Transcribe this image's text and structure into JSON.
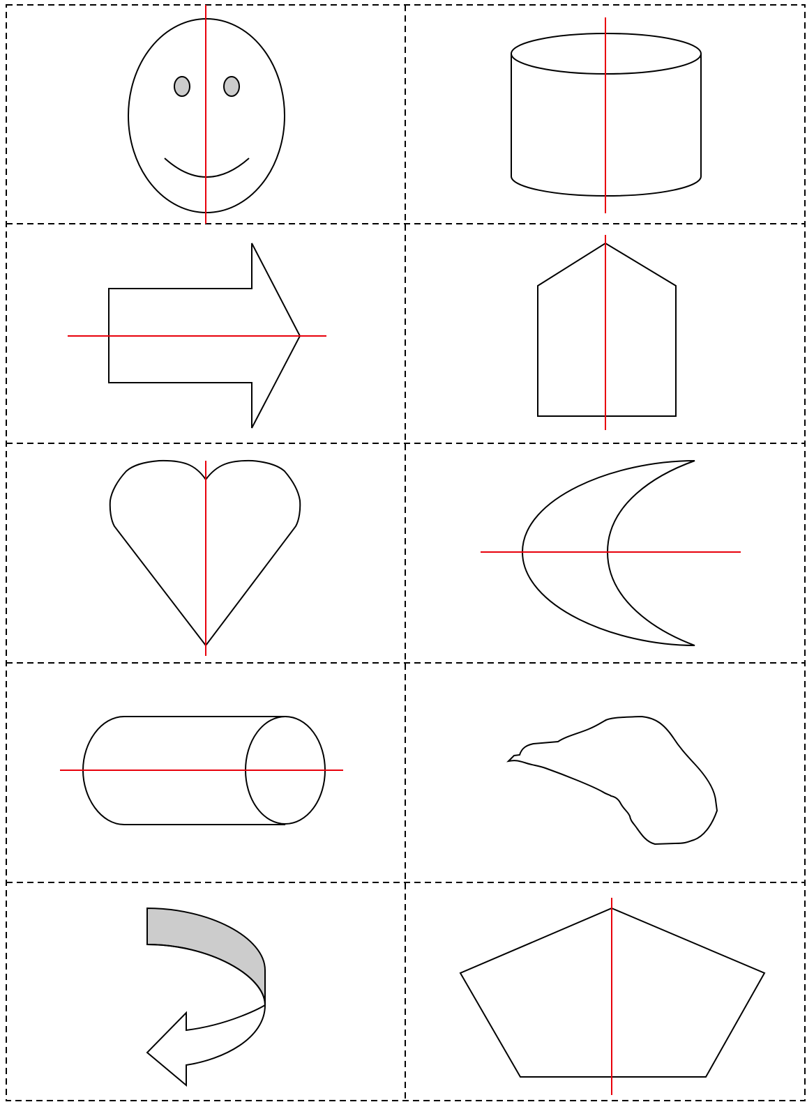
{
  "colors": {
    "background": "#ffffff",
    "outline": "#000000",
    "symmetry_line": "#e8000b",
    "shape_fill": "#cccccc",
    "cut_line": "#000000"
  },
  "cells": [
    {
      "shape": "smiley-face",
      "symmetry_line": "vertical"
    },
    {
      "shape": "cylinder-upright",
      "symmetry_line": "vertical"
    },
    {
      "shape": "block-arrow-right",
      "symmetry_line": "horizontal"
    },
    {
      "shape": "house-pentagon",
      "symmetry_line": "vertical"
    },
    {
      "shape": "heart",
      "symmetry_line": "vertical"
    },
    {
      "shape": "crescent-moon",
      "symmetry_line": "horizontal"
    },
    {
      "shape": "cylinder-lying",
      "symmetry_line": "horizontal"
    },
    {
      "shape": "irregular-blob",
      "symmetry_line": "none"
    },
    {
      "shape": "curved-arrow",
      "symmetry_line": "none"
    },
    {
      "shape": "regular-pentagon",
      "symmetry_line": "vertical"
    }
  ]
}
